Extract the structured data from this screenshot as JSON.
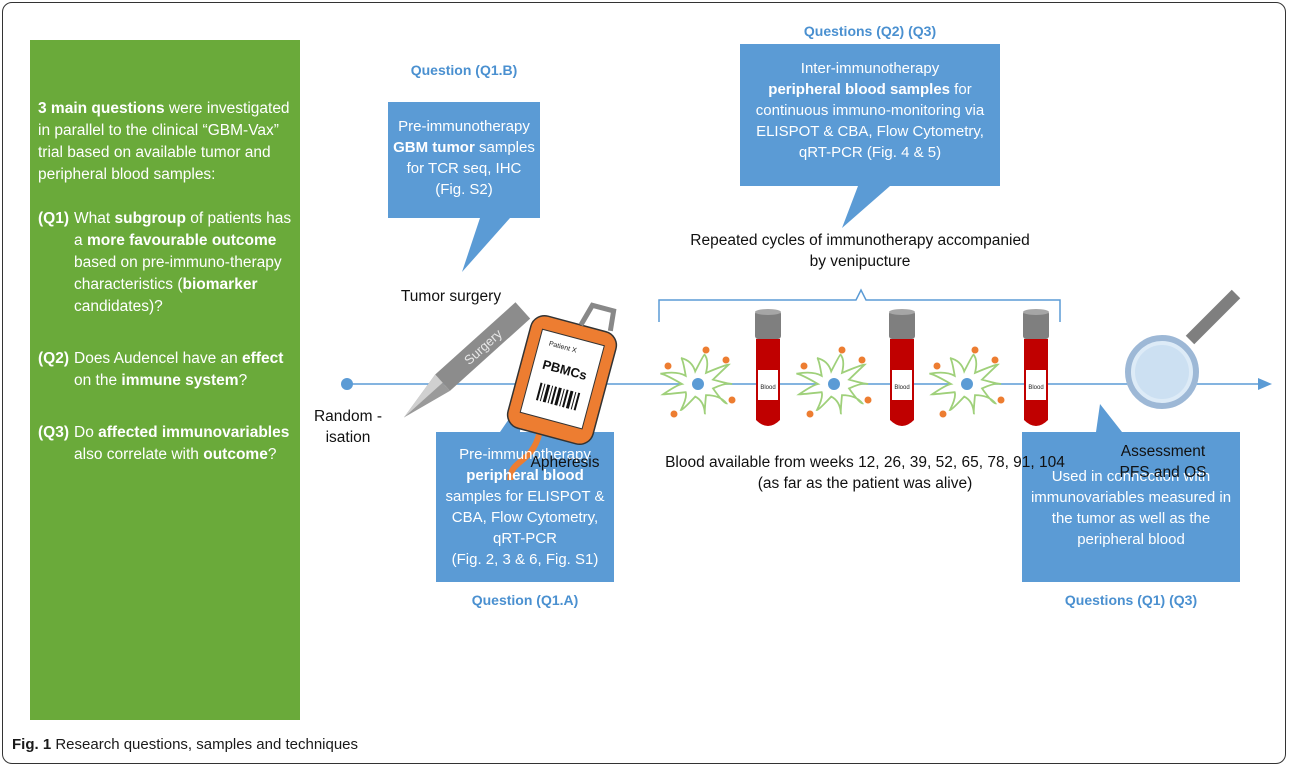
{
  "sidebar": {
    "intro_bold": "3 main questions",
    "intro_rest": " were investigated in parallel to the clinical “GBM-Vax” trial based on available tumor and peripheral blood samples:",
    "q1": {
      "tag": "(Q1)",
      "t1": "What ",
      "b1": "subgroup",
      "t2": " of patients has a ",
      "b2": "more favourable outcome",
      "t3": " based on pre-immuno-therapy characteristics (",
      "b3": "biomarker",
      "t4": " candidates)?"
    },
    "q2": {
      "tag": "(Q2)",
      "t1": "Does Audencel have an ",
      "b1": "effect",
      "t2": " on the ",
      "b2": "immune system",
      "t3": "?"
    },
    "q3": {
      "tag": "(Q3)",
      "t1": "Do ",
      "b1": "affected immunovariables",
      "t2": " also correlate with ",
      "b2": "outcome",
      "t3": "?"
    }
  },
  "callouts": {
    "q1b": {
      "label": "Question (Q1.B)",
      "line1": "Pre-immunotherapy",
      "bold": "GBM tumor",
      "rest": "  samples for TCR seq, IHC",
      "ref": "(Fig. S2)"
    },
    "q2q3": {
      "label": "Questions (Q2) (Q3)",
      "line1": "Inter-immunotherapy",
      "bold": "peripheral blood samples",
      "rest": " for continuous immuno-monitoring via ELISPOT & CBA, Flow Cytometry, qRT-PCR (Fig. 4 & 5)"
    },
    "q1a": {
      "label": "Question (Q1.A)",
      "line1": "Pre-immunotherapy",
      "bold": "peripheral blood",
      "rest": " samples for ELISPOT & CBA, Flow Cytometry, qRT-PCR",
      "ref": "(Fig. 2, 3 & 6, Fig. S1)"
    },
    "q1q3": {
      "label": "Questions (Q1) (Q3)",
      "text": "Used in connection with immunovariables measured in the tumor as well as the peripheral blood"
    }
  },
  "timeline": {
    "repeated": "Repeated cycles of immunotherapy accompanied by venipucture",
    "surgery_label": "Tumor surgery",
    "scalpel_text": "Surgery",
    "randomisation": "Random -isation",
    "apheresis": "Apheresis",
    "bag_patient": "Patient X",
    "bag_pbmc": "PBMCs",
    "tube_label": "Blood",
    "blood_weeks": "Blood available from weeks 12, 26, 39, 52, 65, 78, 91, 104",
    "blood_note": "(as far as the patient was alive)",
    "assessment": "Assessment",
    "pfs_os": "PFS and OS"
  },
  "caption": {
    "fig": "Fig. 1",
    "text": " Research questions, samples and techniques"
  },
  "colors": {
    "green_panel": "#6aaa3a",
    "callout_blue": "#5b9bd5",
    "label_blue": "#4a90d0",
    "tube_red": "#c00000"
  }
}
